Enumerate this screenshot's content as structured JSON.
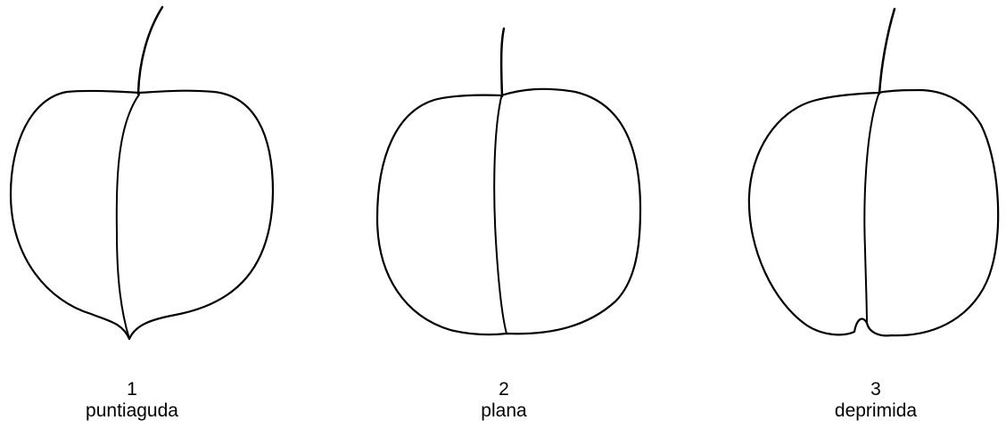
{
  "figure": {
    "stroke_color": "#000000",
    "items": [
      {
        "number": "1",
        "label": "puntiaguda"
      },
      {
        "number": "2",
        "label": "plana"
      },
      {
        "number": "3",
        "label": "deprimida"
      }
    ]
  }
}
